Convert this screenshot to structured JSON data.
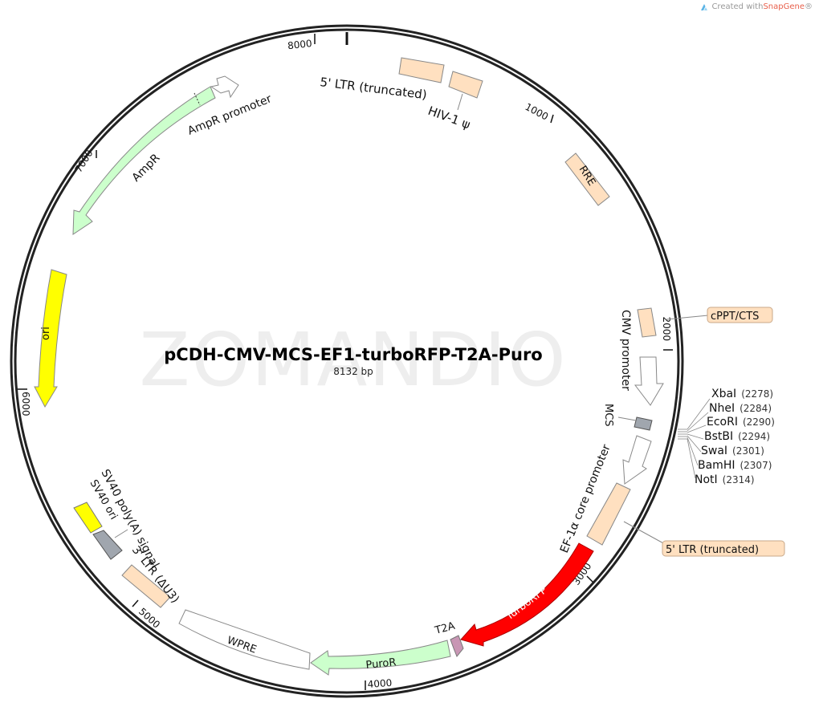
{
  "credit": {
    "prefix": "Created with ",
    "brand": "SnapGene",
    "suffix": "®"
  },
  "watermark": "ZOMANDIO",
  "plasmid": {
    "name": "pCDH-CMV-MCS-EF1-turboRFP-T2A-Puro",
    "length_label": "8132 bp",
    "length": 8132
  },
  "ticks": [
    {
      "label": "1000",
      "pos": 1000
    },
    {
      "label": "2000",
      "pos": 2000
    },
    {
      "label": "3000",
      "pos": 3000
    },
    {
      "label": "4000",
      "pos": 4000
    },
    {
      "label": "5000",
      "pos": 5000
    },
    {
      "label": "6000",
      "pos": 6000
    },
    {
      "label": "7000",
      "pos": 7000
    },
    {
      "label": "8000",
      "pos": 8000
    }
  ],
  "features": [
    {
      "name": "5' LTR (truncated)",
      "type": "LTR",
      "color": "#ffe0c0"
    },
    {
      "name": "HIV-1 ψ",
      "type": "misc",
      "color": "#ffe0c0"
    },
    {
      "name": "RRE",
      "type": "misc",
      "color": "#ffe0c0"
    },
    {
      "name": "cPPT/CTS",
      "type": "misc",
      "color": "#ffe0c0"
    },
    {
      "name": "CMV promoter",
      "type": "promoter",
      "color": "#ffffff"
    },
    {
      "name": "MCS",
      "type": "misc",
      "color": "#a0a6ae"
    },
    {
      "name": "EF-1α core promoter",
      "type": "promoter",
      "color": "#ffffff"
    },
    {
      "name": "5' LTR (truncated)",
      "type": "LTR",
      "color": "#ffe0c0"
    },
    {
      "name": "TurboRFP",
      "type": "CDS",
      "color": "#ff0000"
    },
    {
      "name": "T2A",
      "type": "CDS",
      "color": "#c896b4"
    },
    {
      "name": "PuroR",
      "type": "CDS",
      "color": "#ccffcc"
    },
    {
      "name": "WPRE",
      "type": "misc",
      "color": "#ffffff"
    },
    {
      "name": "3' LTR (ΔU3)",
      "type": "LTR",
      "color": "#ffe0c0"
    },
    {
      "name": "SV40 poly(A) signal",
      "type": "terminator",
      "color": "#a0a6ae"
    },
    {
      "name": "SV40 ori",
      "type": "rep_origin",
      "color": "#ffff00"
    },
    {
      "name": "ori",
      "type": "rep_origin",
      "color": "#ffff00"
    },
    {
      "name": "AmpR",
      "type": "CDS",
      "color": "#ccffcc"
    },
    {
      "name": "AmpR promoter",
      "type": "promoter",
      "color": "#ffffff"
    }
  ],
  "labels": {
    "ltr5_top": "5' LTR (truncated)",
    "hiv": "HIV-1 ψ",
    "rre": "RRE",
    "cppt": "cPPT/CTS",
    "cmv": "CMV promoter",
    "mcs": "MCS",
    "ef1a": "EF-1α core promoter",
    "ltr5_right": "5' LTR (truncated)",
    "turborfp": "TurboRFP",
    "t2a": "T2A",
    "puror": "PuroR",
    "wpre": "WPRE",
    "ltr3": "3' LTR (ΔU3)",
    "sv40polya": "SV40 poly(A) signal",
    "sv40ori": "SV40 ori",
    "ori": "ori",
    "ampr": "AmpR",
    "amprprom": "AmpR promoter"
  },
  "enzymes": [
    {
      "name": "XbaI",
      "pos": "(2278)"
    },
    {
      "name": "NheI",
      "pos": "(2284)"
    },
    {
      "name": "EcoRI",
      "pos": "(2290)"
    },
    {
      "name": "BstBI",
      "pos": "(2294)"
    },
    {
      "name": "SwaI",
      "pos": "(2301)"
    },
    {
      "name": "BamHI",
      "pos": "(2307)"
    },
    {
      "name": "NotI",
      "pos": "(2314)"
    }
  ]
}
